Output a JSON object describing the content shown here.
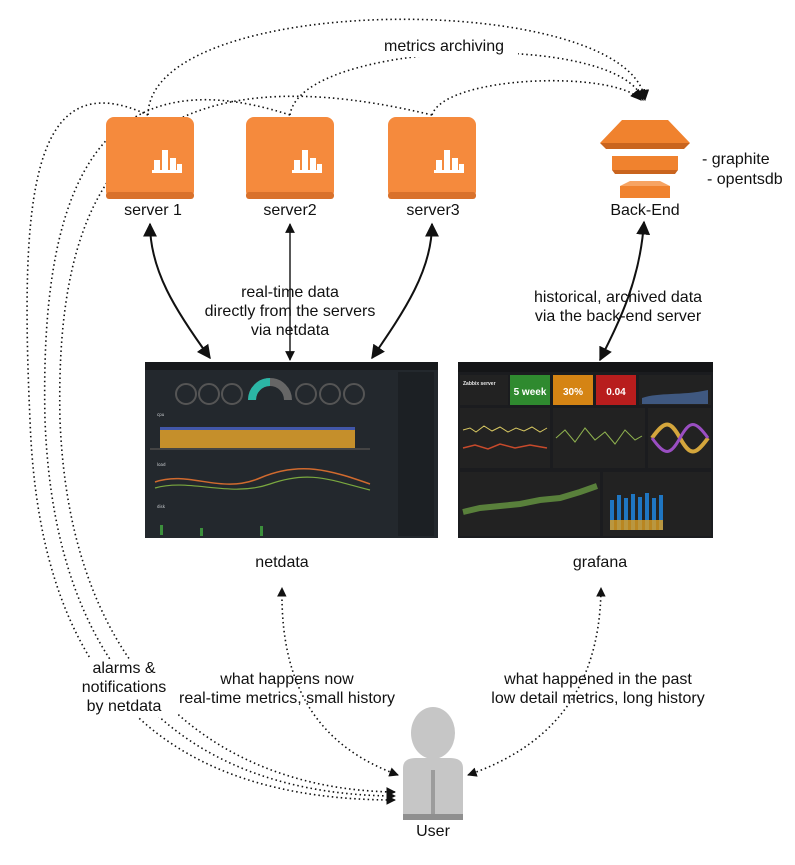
{
  "servers": [
    {
      "label": "server 1"
    },
    {
      "label": "server2"
    },
    {
      "label": "server3"
    }
  ],
  "backend": {
    "label": "Back-End",
    "items": [
      "- graphite",
      "- opentsdb"
    ]
  },
  "labels": {
    "metrics_archiving": "metrics archiving",
    "realtime": [
      "real-time data",
      "directly from the servers",
      "via netdata"
    ],
    "historical": [
      "historical, archived data",
      "via the back-end server"
    ],
    "netdata": "netdata",
    "grafana": "grafana",
    "what_now": [
      "what happens now",
      "real-time metrics, small history"
    ],
    "what_past": [
      "what happened in the past",
      "low detail metrics, long history"
    ],
    "alarms": [
      "alarms &",
      "notifications",
      "by netdata"
    ],
    "user": "User"
  },
  "grafana_panels": {
    "title": "Zabbix server",
    "uptime_value": "5 week",
    "percent_value": "30%",
    "load_value": "0.04"
  },
  "colors": {
    "server_orange": "#f58a3d",
    "server_orange_dark": "#d9712b",
    "backend_orange": "#f0822e",
    "user_gray": "#c6c6c6",
    "dashboard_bg": "#1f2428",
    "grafana_green": "#2f8a2f",
    "grafana_orange": "#d58414",
    "grafana_red": "#b81d1d"
  }
}
